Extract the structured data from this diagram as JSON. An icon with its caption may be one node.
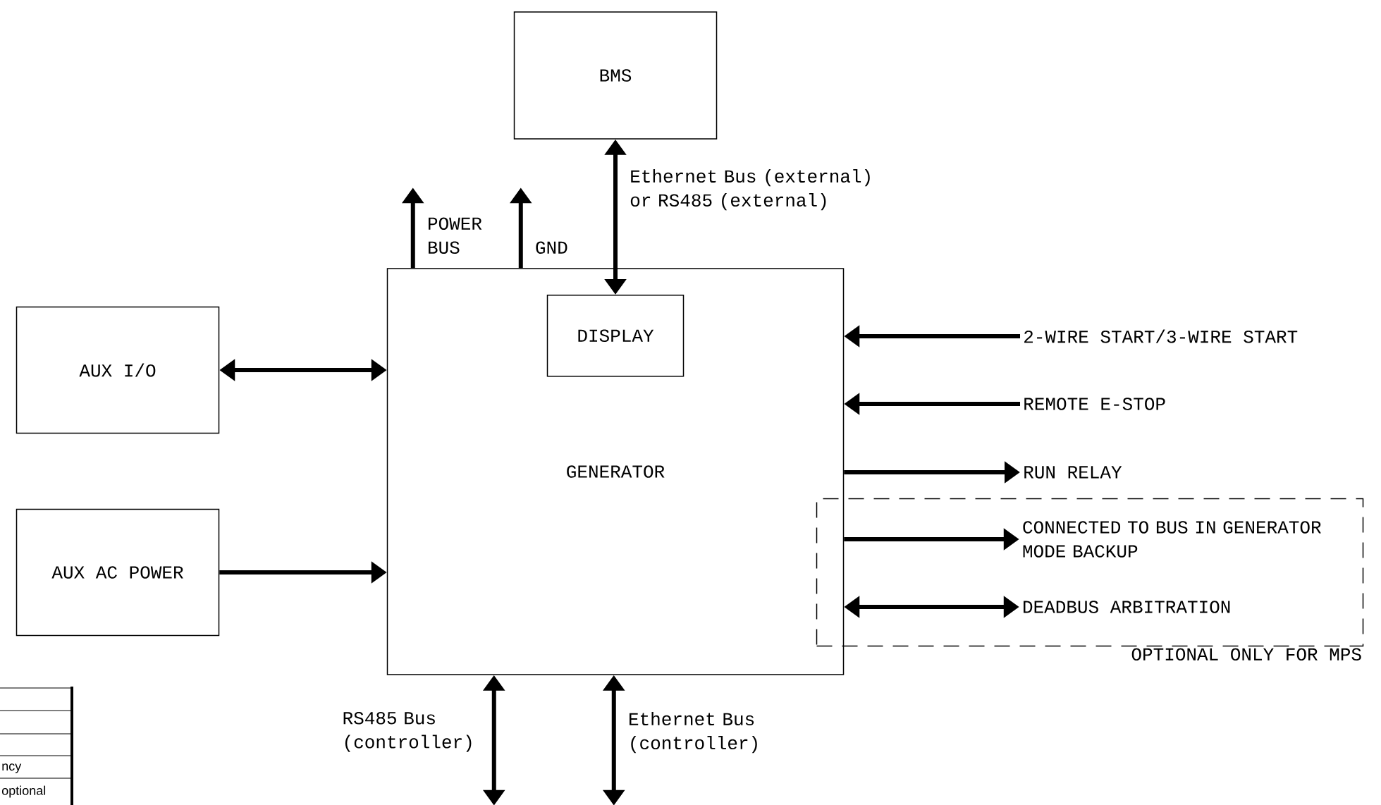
{
  "diagram": {
    "nodes": [
      {
        "text": [
          "BMS"
        ]
      },
      {
        "text": [
          "GENERATOR"
        ]
      },
      {
        "text": [
          "DISPLAY"
        ],
        "in": 1
      },
      {
        "text": [
          "AUX I/O"
        ]
      },
      {
        "text": [
          "AUX AC POWER"
        ]
      },
      {
        "text": [
          "2-WIRE START/3-WIRE START"
        ]
      },
      {
        "text": [
          "REMOTE E-STOP"
        ]
      },
      {
        "text": [
          "RUN RELAY"
        ]
      },
      {
        "text": [
          "OPTIONAL ONLY FOR MPS"
        ]
      },
      {
        "text": [
          "CONNECTED TO BUS IN GENERATOR MODE BACKUP"
        ],
        "in": 8
      },
      {
        "text": [
          "DEADBUS ARBITRATION"
        ],
        "in": 8
      }
    ],
    "edges": [
      {
        "from": 0,
        "to": 2,
        "arrow": "both",
        "label": "Ethernet Bus (external) or RS485 (external)"
      },
      {
        "from": 3,
        "to": 1,
        "arrow": "both"
      },
      {
        "from": 4,
        "to": 1,
        "arrow": "to"
      },
      {
        "from": 5,
        "to": 1,
        "arrow": "to"
      },
      {
        "from": 6,
        "to": 1,
        "arrow": "to"
      },
      {
        "from": 1,
        "to": 7,
        "arrow": "to"
      },
      {
        "from": 1,
        "to": 9,
        "arrow": "to"
      },
      {
        "from": 1,
        "to": 10,
        "arrow": "both"
      },
      {
        "from": 1,
        "to": null,
        "arrow": "to",
        "label": "POWER BUS"
      },
      {
        "from": 1,
        "to": null,
        "arrow": "to",
        "label": "GND"
      },
      {
        "from": 1,
        "to": null,
        "arrow": "both",
        "label": "RS485 Bus (controller)"
      },
      {
        "from": 1,
        "to": null,
        "arrow": "both",
        "label": "Ethernet Bus (controller)"
      }
    ],
    "labels": [
      "ncy",
      "optional"
    ]
  }
}
